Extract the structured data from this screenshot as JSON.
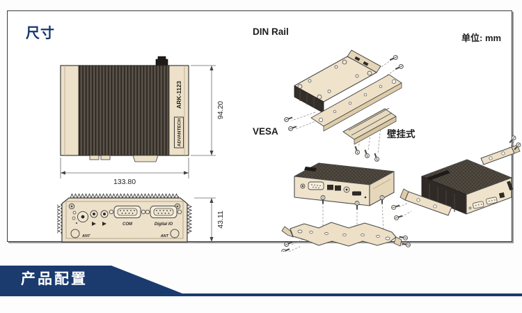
{
  "colors": {
    "navy": "#1B3B6F",
    "beige": "#EDE1C9",
    "beige_dark": "#DECCA9",
    "heatsink": "#46403A",
    "line": "#4a4a4a"
  },
  "section": {
    "title": "尺寸",
    "unit_label": "单位: mm"
  },
  "device": {
    "brand": "ADVANTECH",
    "model": "ARK-1123"
  },
  "dimensions": {
    "width": "133.80",
    "height": "94.20",
    "depth": "43.11"
  },
  "front_panel": {
    "com": "COM",
    "digital_io": "Digital IO",
    "ant_left": "ANT",
    "ant_right": "ANT"
  },
  "mounts": {
    "din": "DIN Rail",
    "vesa": "VESA",
    "wall": "壁挂式"
  },
  "footer": {
    "banner": "产品配置"
  }
}
